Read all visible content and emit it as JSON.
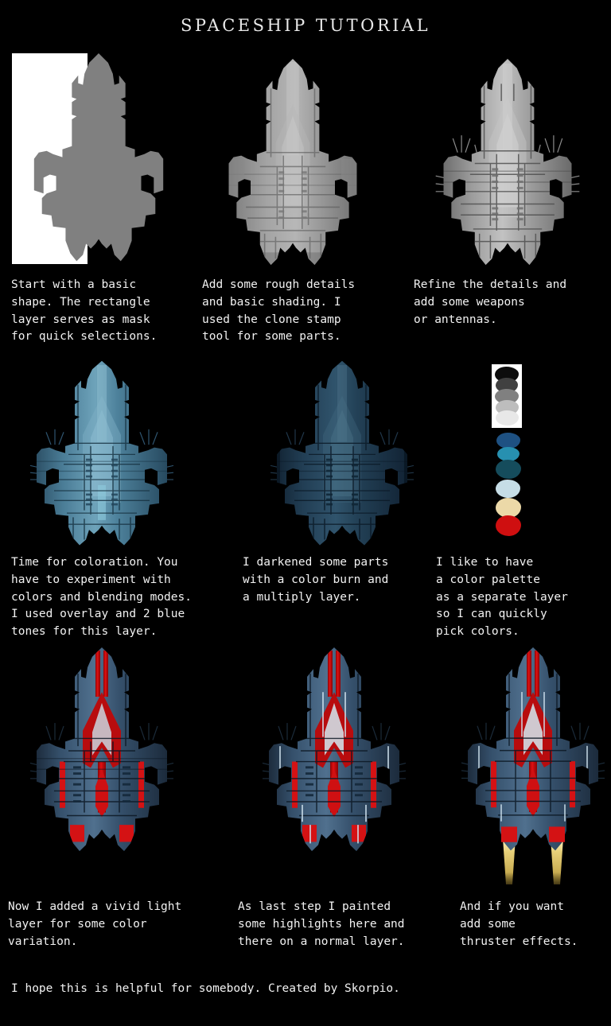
{
  "title": "SPACESHIP TUTORIAL",
  "footer": "I hope this is helpful for somebody. Created by Skorpio.",
  "background": "#000000",
  "text_color": "#f2f2f2",
  "steps": [
    {
      "id": "step-1-silhouette",
      "caption": "Start with a basic\nshape. The rectangle\nlayer serves as mask\nfor quick selections.",
      "ship_style": "silhouette",
      "mask_rect": true,
      "mask_color": "#ffffff",
      "ship_color": "#808080"
    },
    {
      "id": "step-2-rough-details",
      "caption": "Add some rough details\nand basic shading. I\nused the clone stamp\ntool for some parts.",
      "ship_style": "grey-rough",
      "ship_color": "#9a9a9a"
    },
    {
      "id": "step-3-refined",
      "caption": "Refine the details and\nadd some weapons\nor antennas.",
      "ship_style": "grey-refined",
      "ship_color": "#a8a8a8"
    },
    {
      "id": "step-4-coloration",
      "caption": "Time for coloration. You\nhave to experiment with\ncolors and blending modes.\nI used overlay and 2 blue\ntones for this layer.",
      "ship_style": "blue-bright",
      "ship_color": "#3d6d8c"
    },
    {
      "id": "step-5-darkened",
      "caption": "I darkened some parts\nwith a color burn and\na multiply layer.",
      "ship_style": "blue-dark",
      "ship_color": "#27455c"
    },
    {
      "id": "step-6-palette",
      "caption": "I like to have\na color palette\nas a separate layer\nso I can quickly\npick colors.",
      "ship_style": "palette"
    },
    {
      "id": "step-7-vivid-light",
      "caption": "Now I added a vivid light\nlayer for some color\nvariation.",
      "ship_style": "blue-red",
      "ship_color": "#39516b"
    },
    {
      "id": "step-8-highlights",
      "caption": "As last step I painted\nsome highlights here and\nthere on a normal layer.",
      "ship_style": "blue-red-hl",
      "ship_color": "#3c546e"
    },
    {
      "id": "step-9-thrusters",
      "caption": "And if you want\nadd some\nthruster effects.",
      "ship_style": "blue-red-thrust",
      "ship_color": "#3c546e"
    }
  ],
  "palette": {
    "greyscale_card_bg": "#ffffff",
    "greyscale": [
      "#0d0d0d",
      "#404040",
      "#808080",
      "#bdbdbd",
      "#e8e8e8"
    ],
    "colors": [
      "#1e5182",
      "#2790b0",
      "#154c5c",
      "#c6dde6",
      "#ecd9a8",
      "#cf0f10"
    ]
  }
}
